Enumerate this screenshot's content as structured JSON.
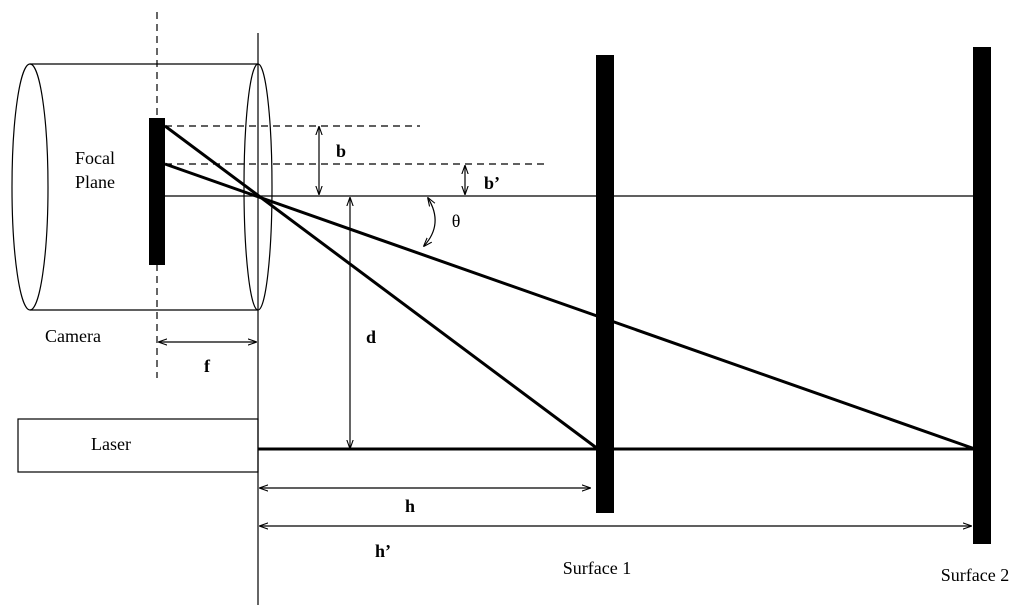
{
  "labels": {
    "focal_plane_line1": "Focal",
    "focal_plane_line2": "Plane",
    "camera": "Camera",
    "laser": "Laser",
    "b": "b",
    "b_prime": "b’",
    "theta": "θ",
    "d": "d",
    "f": "f",
    "h": "h",
    "h_prime": "h’",
    "surface1": "Surface 1",
    "surface2": "Surface 2"
  }
}
